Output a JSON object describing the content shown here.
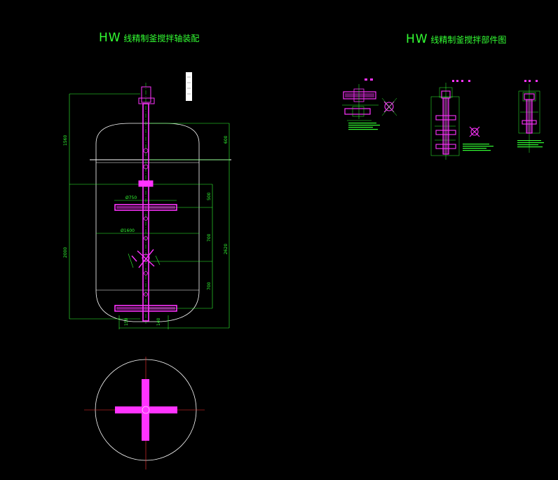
{
  "titles": {
    "assembly_prefix": "HW",
    "assembly_text": "线精制釜搅拌轴装配",
    "parts_prefix": "HW",
    "parts_text": "线精制釜搅拌部件图"
  },
  "dimensions": {
    "upper_height": "1560",
    "total_height_left": "2000",
    "right_top": "600",
    "right_upper": "500",
    "right_mid": "700",
    "right_lower": "700",
    "right_total": "2620",
    "impeller_diameter": "Ø750",
    "vessel_diameter": "Ø1600",
    "bottom_left": "150",
    "bottom_right": "140"
  },
  "colors": {
    "line": "#33ff33",
    "part": "#ff33ff",
    "outline": "#ffffff",
    "center": "#ff3333"
  }
}
